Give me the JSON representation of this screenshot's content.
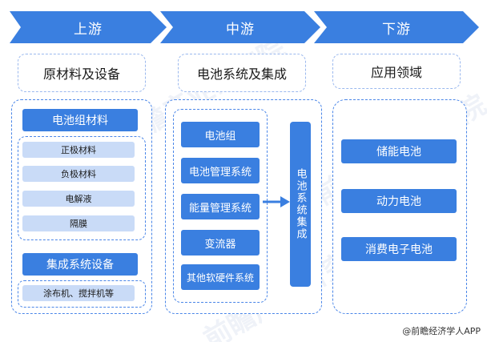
{
  "stages": {
    "upstream": "上游",
    "midstream": "中游",
    "downstream": "下游"
  },
  "upstream": {
    "title": "原材料及设备",
    "group1_header": "电池组材料",
    "group1_items": [
      "正极材料",
      "负极材料",
      "电解液",
      "隔膜"
    ],
    "group2_header": "集成系统设备",
    "group2_items": [
      "涂布机、搅拌机等"
    ]
  },
  "midstream": {
    "title": "电池系统及集成",
    "items": [
      "电池组",
      "电池管理系统",
      "能量管理系统",
      "变流器",
      "其他软硬件系统"
    ],
    "integration": "电池系统集成"
  },
  "downstream": {
    "title": "应用领域",
    "items": [
      "储能电池",
      "动力电池",
      "消费电子电池"
    ]
  },
  "footer": {
    "source": "@前瞻经济学人APP"
  },
  "colors": {
    "primary": "#3a7fe0",
    "light": "#c9dbf7",
    "border": "#4a86e8"
  }
}
